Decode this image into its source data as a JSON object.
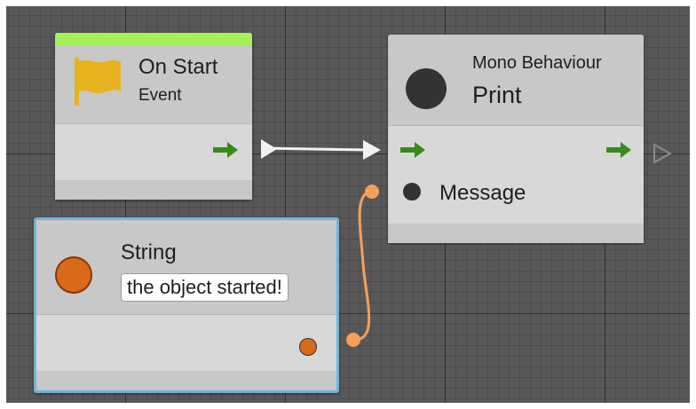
{
  "nodes": {
    "on_start": {
      "title": "On Start",
      "subtitle": "Event",
      "accent": "#a5f05a",
      "icon": "flag-icon",
      "icon_color": "#e6b31e"
    },
    "print": {
      "subtitle": "Mono Behaviour",
      "title": "Print",
      "port_label": "Message",
      "icon": "circle-icon",
      "icon_color": "#333333"
    },
    "string": {
      "title": "String",
      "value": "the object started!",
      "icon": "circle-icon",
      "icon_color": "#d96a1a",
      "border_color": "#6fb5d6"
    }
  },
  "colors": {
    "flow_port": "#3a8a1a",
    "flow_wire": "#f2f2f2",
    "data_wire": "#f5a05a",
    "canvas_bg": "#585858"
  }
}
